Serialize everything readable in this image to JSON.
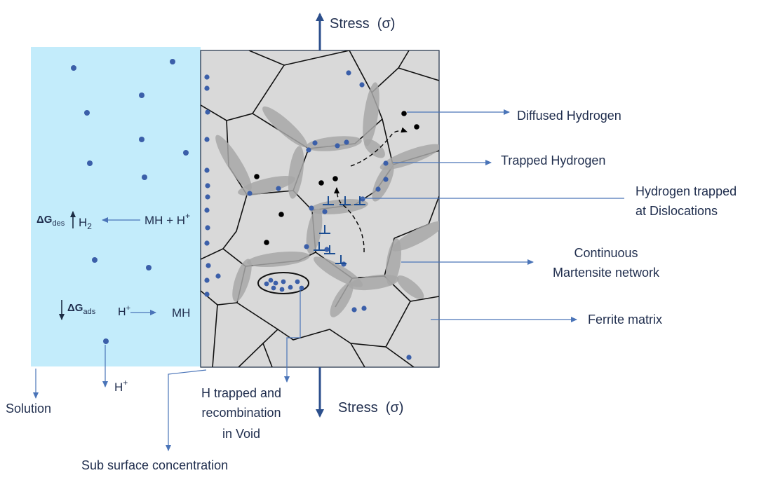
{
  "labels": {
    "stress_top": "Stress  (σ)",
    "stress_bottom": "Stress  (σ)",
    "diffused_hydrogen": "Diffused Hydrogen",
    "trapped_hydrogen": "Trapped Hydrogen",
    "dislocation_line1": "Hydrogen trapped",
    "dislocation_line2": "at Dislocations",
    "martensite_line1": "Continuous",
    "martensite_line2": "Martensite network",
    "ferrite_matrix": "Ferrite matrix",
    "void_line1": "H trapped and",
    "void_line2": "recombination",
    "void_line3": "in Void",
    "solution": "Solution",
    "sub_surface": "Sub surface concentration",
    "dg_des": "ΔG",
    "dg_des_sub": "des",
    "dg_ads": "ΔG",
    "dg_ads_sub": "ads",
    "h2": "H",
    "h2_sub": "2",
    "mh_plus_h": "MH + H",
    "plus_sup": "+",
    "h_plus_reactant": "H",
    "mh_product": "MH",
    "h_plus_bottom": "H"
  },
  "colors": {
    "solution_fill": "#c3ecfb",
    "metal_fill": "#d9d9d9",
    "martensite": "#a7a7a7",
    "hydrogen_atom": "#3b5fa9",
    "diffused_atom": "#000000",
    "arrow": "#2c4f8c",
    "pointer": "#4a74b8"
  }
}
